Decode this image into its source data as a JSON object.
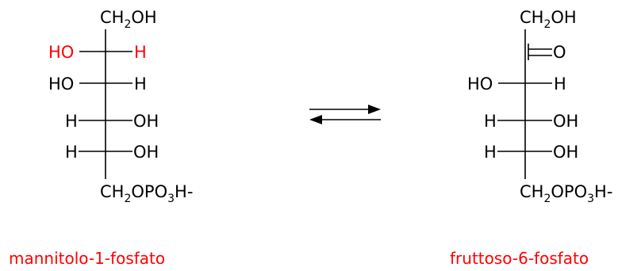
{
  "left": {
    "top": {
      "a": "CH",
      "sub": "2",
      "b": "OH"
    },
    "rows": [
      {
        "left": "HO",
        "right": "H"
      },
      {
        "left": "HO",
        "right": "H"
      },
      {
        "left": "H",
        "right": "OH"
      },
      {
        "left": "H",
        "right": "OH"
      }
    ],
    "bottom": {
      "a": "CH",
      "sub1": "2",
      "b": "OPO",
      "sub2": "3",
      "c": "H-"
    },
    "name": "mannitolo-1-fosfato"
  },
  "right": {
    "top": {
      "a": "CH",
      "sub": "2",
      "b": "OH"
    },
    "carbonyl": "O",
    "rows": [
      {
        "left": "HO",
        "right": "H"
      },
      {
        "left": "H",
        "right": "OH"
      },
      {
        "left": "H",
        "right": "OH"
      }
    ],
    "bottom": {
      "a": "CH",
      "sub1": "2",
      "b": "OPO",
      "sub2": "3",
      "c": "H-"
    },
    "name": "fruttoso-6-fosfato"
  },
  "colors": {
    "highlight": "#ff0000",
    "text": "#000000"
  }
}
